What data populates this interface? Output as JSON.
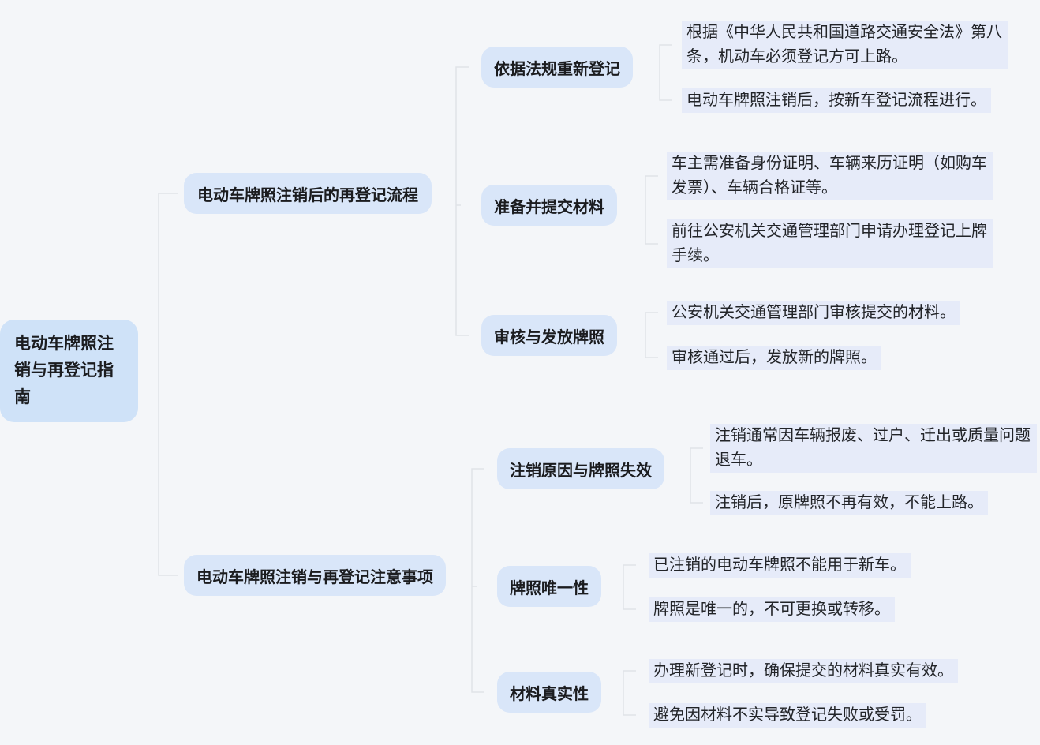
{
  "colors": {
    "background": "#f4f6f9",
    "root_fill": "#cfe2f8",
    "node_fill": "#d9e6f9",
    "leaf_fill": "#e6ebf9",
    "connector_line": "#e0e3e8",
    "text": "#1b1c1f"
  },
  "mindmap": {
    "root": "电动车牌照注销与再登记指南",
    "branches": [
      {
        "label": "电动车牌照注销后的再登记流程",
        "children": [
          {
            "label": "依据法规重新登记",
            "leaves": [
              "根据《中华人民共和国道路交通安全法》第八条，机动车必须登记方可上路。",
              "电动车牌照注销后，按新车登记流程进行。"
            ]
          },
          {
            "label": "准备并提交材料",
            "leaves": [
              "车主需准备身份证明、车辆来历证明（如购车发票）、车辆合格证等。",
              "前往公安机关交通管理部门申请办理登记上牌手续。"
            ]
          },
          {
            "label": "审核与发放牌照",
            "leaves": [
              "公安机关交通管理部门审核提交的材料。",
              "审核通过后，发放新的牌照。"
            ]
          }
        ]
      },
      {
        "label": "电动车牌照注销与再登记注意事项",
        "children": [
          {
            "label": "注销原因与牌照失效",
            "leaves": [
              "注销通常因车辆报废、过户、迁出或质量问题退车。",
              "注销后，原牌照不再有效，不能上路。"
            ]
          },
          {
            "label": "牌照唯一性",
            "leaves": [
              "已注销的电动车牌照不能用于新车。",
              "牌照是唯一的，不可更换或转移。"
            ]
          },
          {
            "label": "材料真实性",
            "leaves": [
              "办理新登记时，确保提交的材料真实有效。",
              "避免因材料不实导致登记失败或受罚。"
            ]
          }
        ]
      }
    ]
  }
}
